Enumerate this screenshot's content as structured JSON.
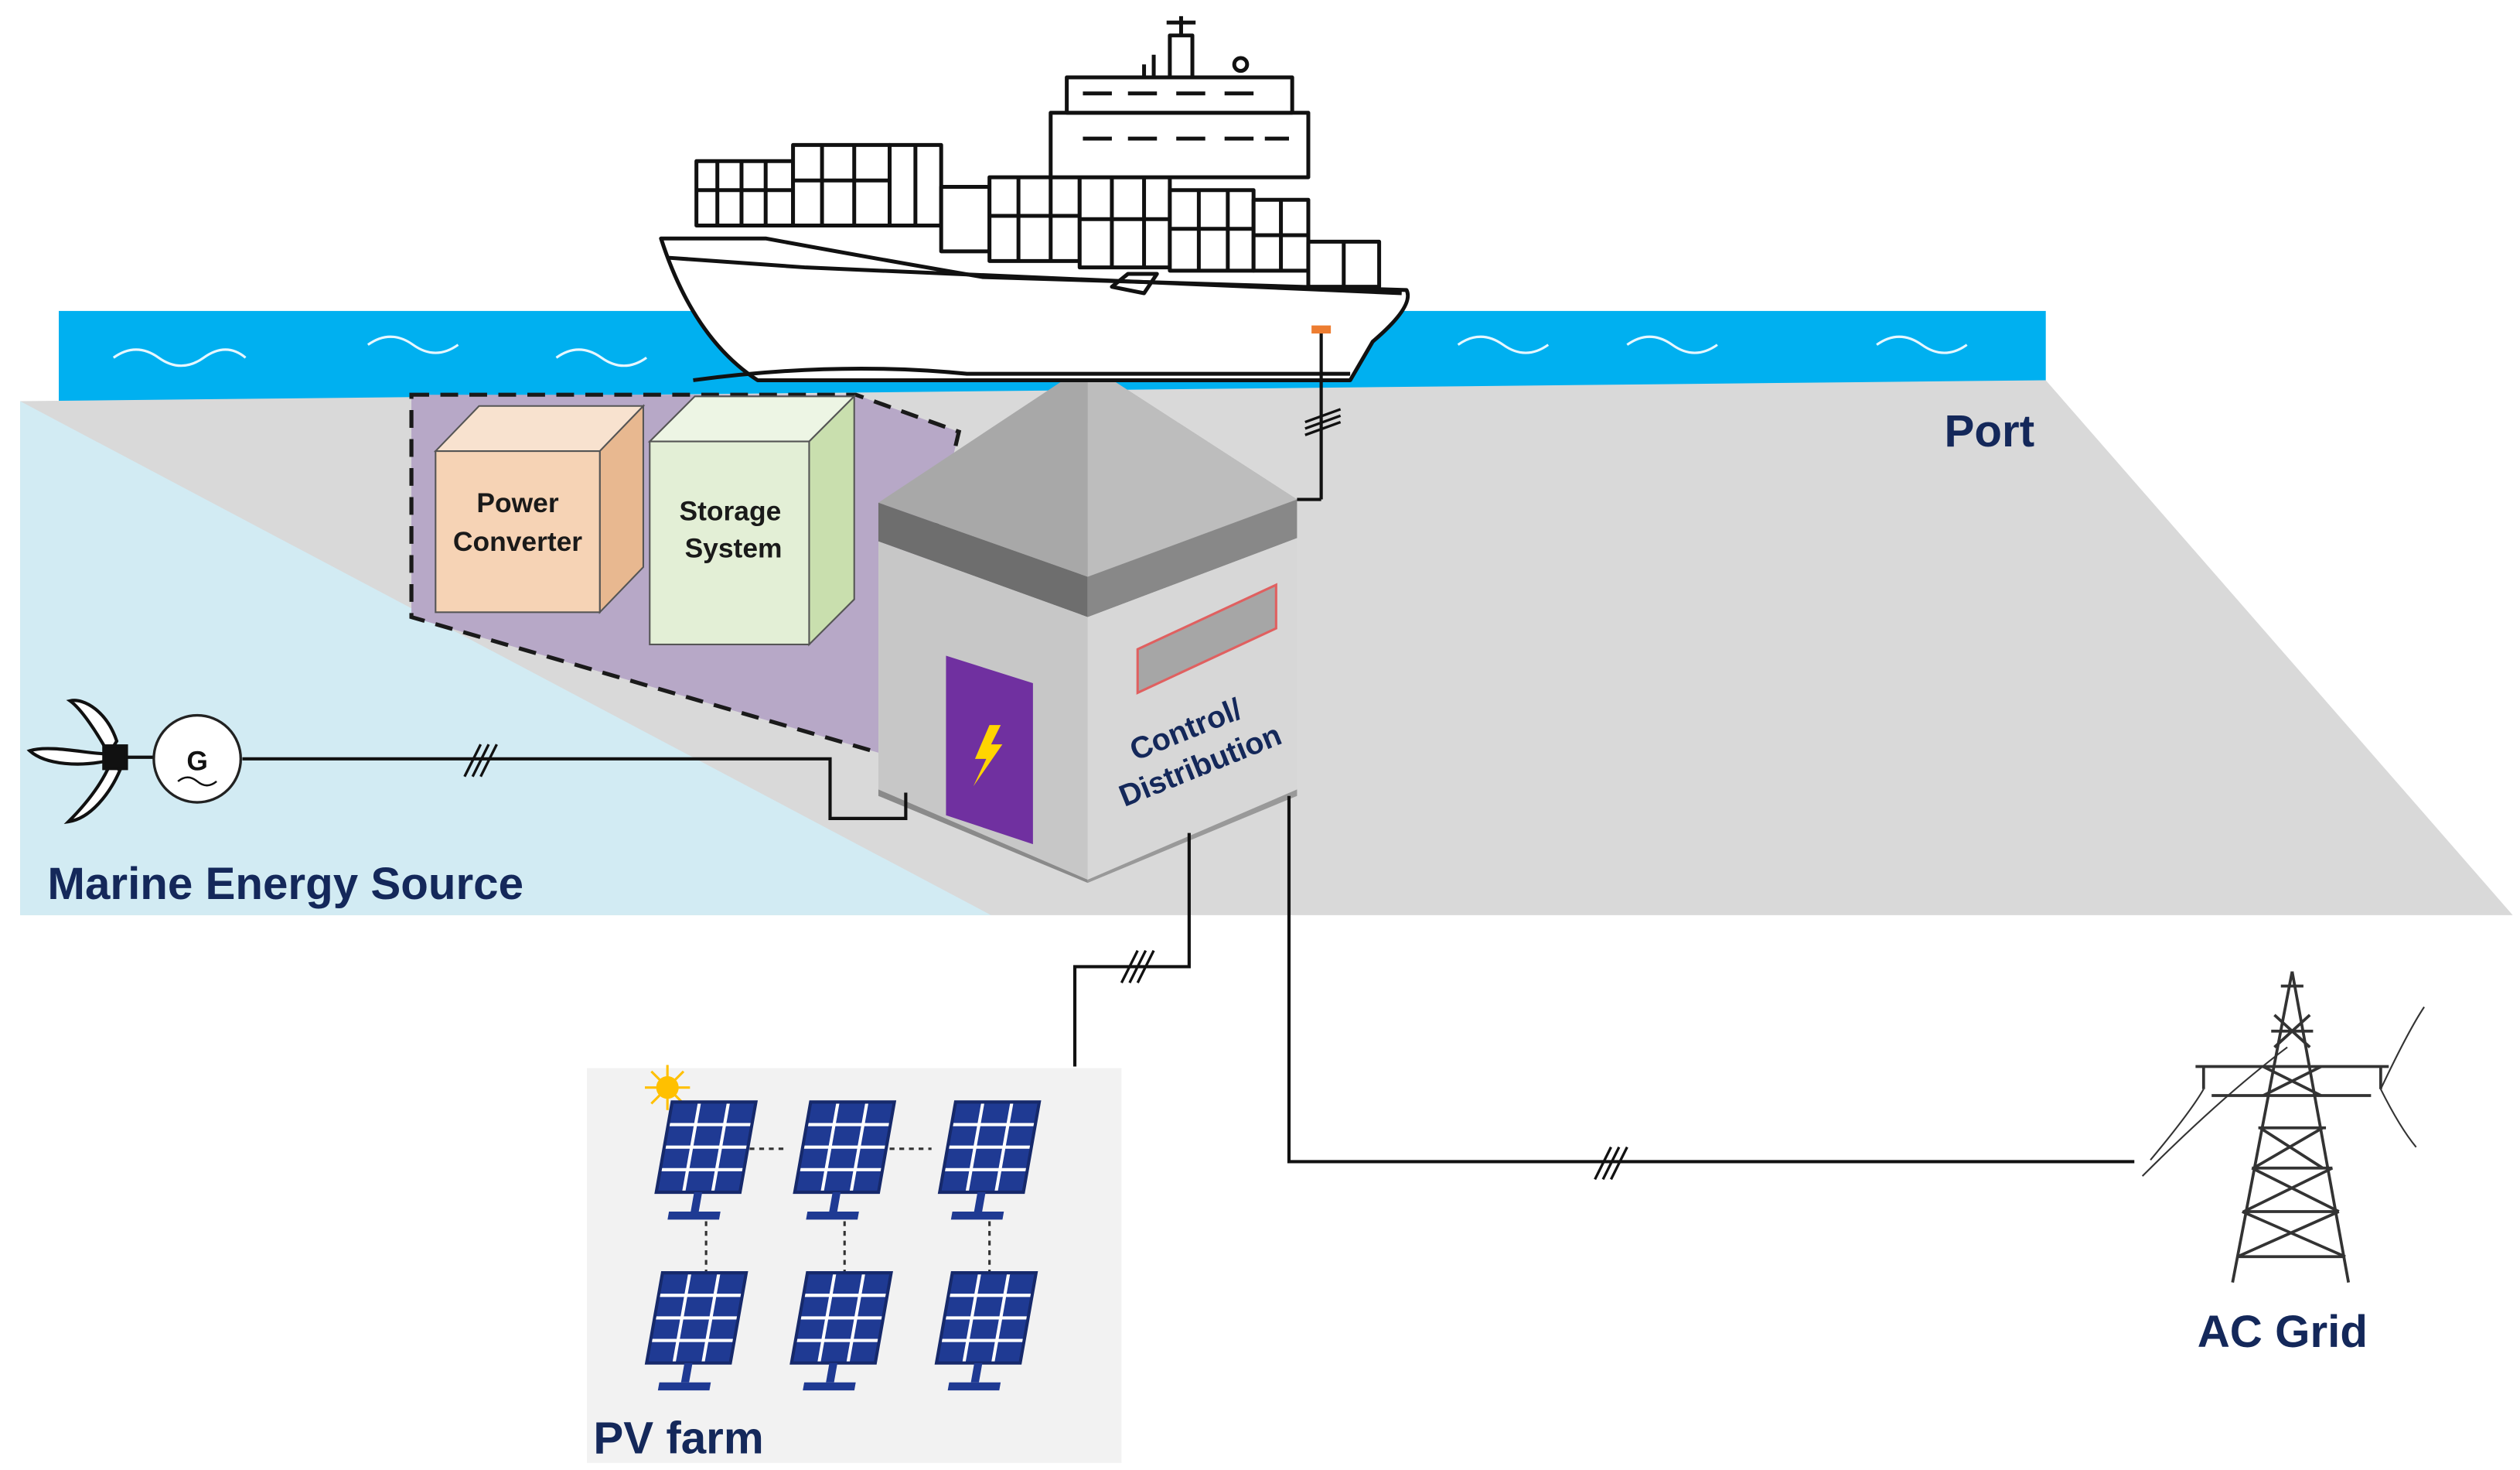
{
  "labels": {
    "port": "Port",
    "marine_energy_source": "Marine Energy Source",
    "pv_farm": "PV farm",
    "ac_grid": "AC Grid",
    "power_converter_line1": "Power",
    "power_converter_line2": "Converter",
    "storage_system_line1": "Storage",
    "storage_system_line2": "System",
    "control_line1": "Control/",
    "control_line2": "Distribution",
    "generator": "G"
  },
  "colors": {
    "sea": "#00b0f0",
    "port_ground": "#d9d9d9",
    "marine_area": "#d2ebf3",
    "enclosure_fill": "#b7a8c7",
    "power_converter": "#f6d3b5",
    "storage_system": "#e3efd6",
    "door": "#7030a0",
    "bolt": "#ffd400",
    "label_navy": "#14285a",
    "solar_panel": "#1f3a93"
  },
  "icons": {
    "ship": "container-ship-icon",
    "turbine": "tidal-turbine-icon",
    "generator": "generator-icon",
    "pylon": "transmission-tower-icon",
    "sun": "sun-icon",
    "panel": "solar-panel-icon",
    "bolt": "lightning-bolt-icon"
  }
}
